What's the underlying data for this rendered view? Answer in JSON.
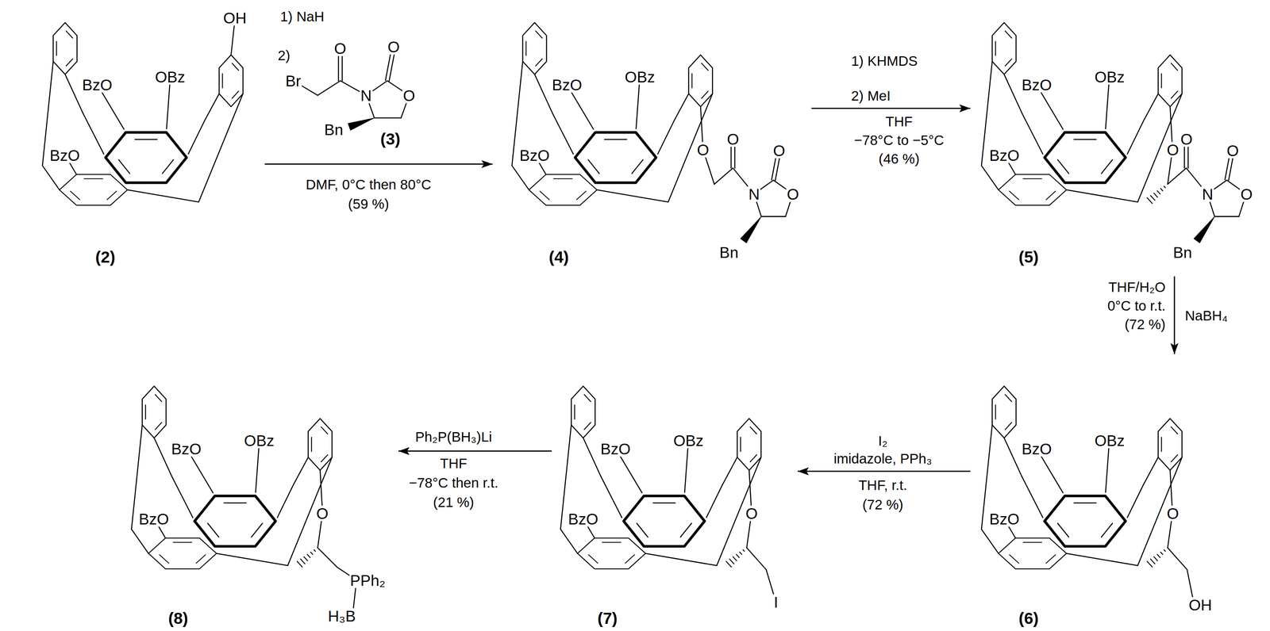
{
  "diagram": {
    "nodes": [
      {
        "text": [
          "BzO",
          "OBz",
          "OH",
          "BzO",
          "(2)"
        ]
      },
      {
        "text": [
          "Br",
          "O",
          "N",
          "O",
          "O",
          "Bn",
          "(3)"
        ]
      },
      {
        "text": [
          "BzO",
          "OBz",
          "BzO",
          "O",
          "O",
          "N",
          "O",
          "O",
          "Bn",
          "(4)"
        ]
      },
      {
        "text": [
          "BzO",
          "OBz",
          "BzO",
          "O",
          "O",
          "N",
          "O",
          "O",
          "Bn",
          "(5)"
        ]
      },
      {
        "text": [
          "BzO",
          "OBz",
          "BzO",
          "O",
          "OH",
          "(6)"
        ]
      },
      {
        "text": [
          "BzO",
          "OBz",
          "BzO",
          "O",
          "I",
          "(7)"
        ]
      },
      {
        "text": [
          "BzO",
          "OBz",
          "BzO",
          "O",
          "PPh₂",
          "H₃B",
          "(8)"
        ]
      }
    ],
    "edges": [
      {
        "from": 0,
        "to": 2,
        "arrow": "to"
      },
      {
        "from": 2,
        "to": 3,
        "arrow": "to"
      },
      {
        "from": 3,
        "to": 4,
        "arrow": "to"
      },
      {
        "from": 4,
        "to": 5,
        "arrow": "to"
      },
      {
        "from": 5,
        "to": 6,
        "arrow": "to"
      }
    ],
    "labels": [
      "1) NaH",
      "2)",
      "DMF, 0°C then 80°C",
      "(59 %)",
      "1) KHMDS",
      "2) MeI",
      "THF",
      "−78°C to −5°C",
      "(46 %)",
      "THF/H₂O",
      "0°C to r.t.",
      "(72 %)",
      "NaBH₄",
      "I₂",
      "imidazole, PPh₃",
      "THF, r.t.",
      "(72 %)",
      "Ph₂P(BH₃)Li",
      "THF",
      "−78°C then r.t.",
      "(21 %)"
    ]
  }
}
